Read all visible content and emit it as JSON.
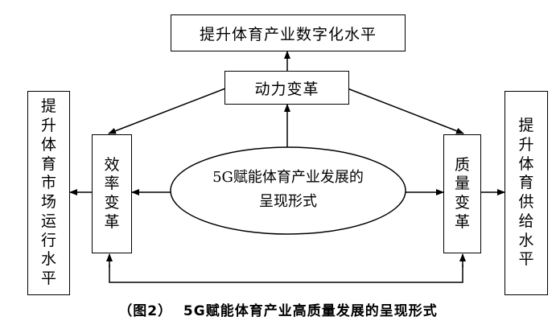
{
  "diagram": {
    "top_box": "提升体育产业数字化水平",
    "power_box": "动力变革",
    "left_outer_box": "提升体育市场运行水平",
    "right_outer_box": "提升体育供给水平",
    "efficiency_box": "效率变革",
    "quality_box": "质量变革",
    "center_line1": "5G赋能体育产业发展的",
    "center_line2": "呈现形式"
  },
  "caption": "（图2）  5G赋能体育产业高质量发展的呈现形式"
}
